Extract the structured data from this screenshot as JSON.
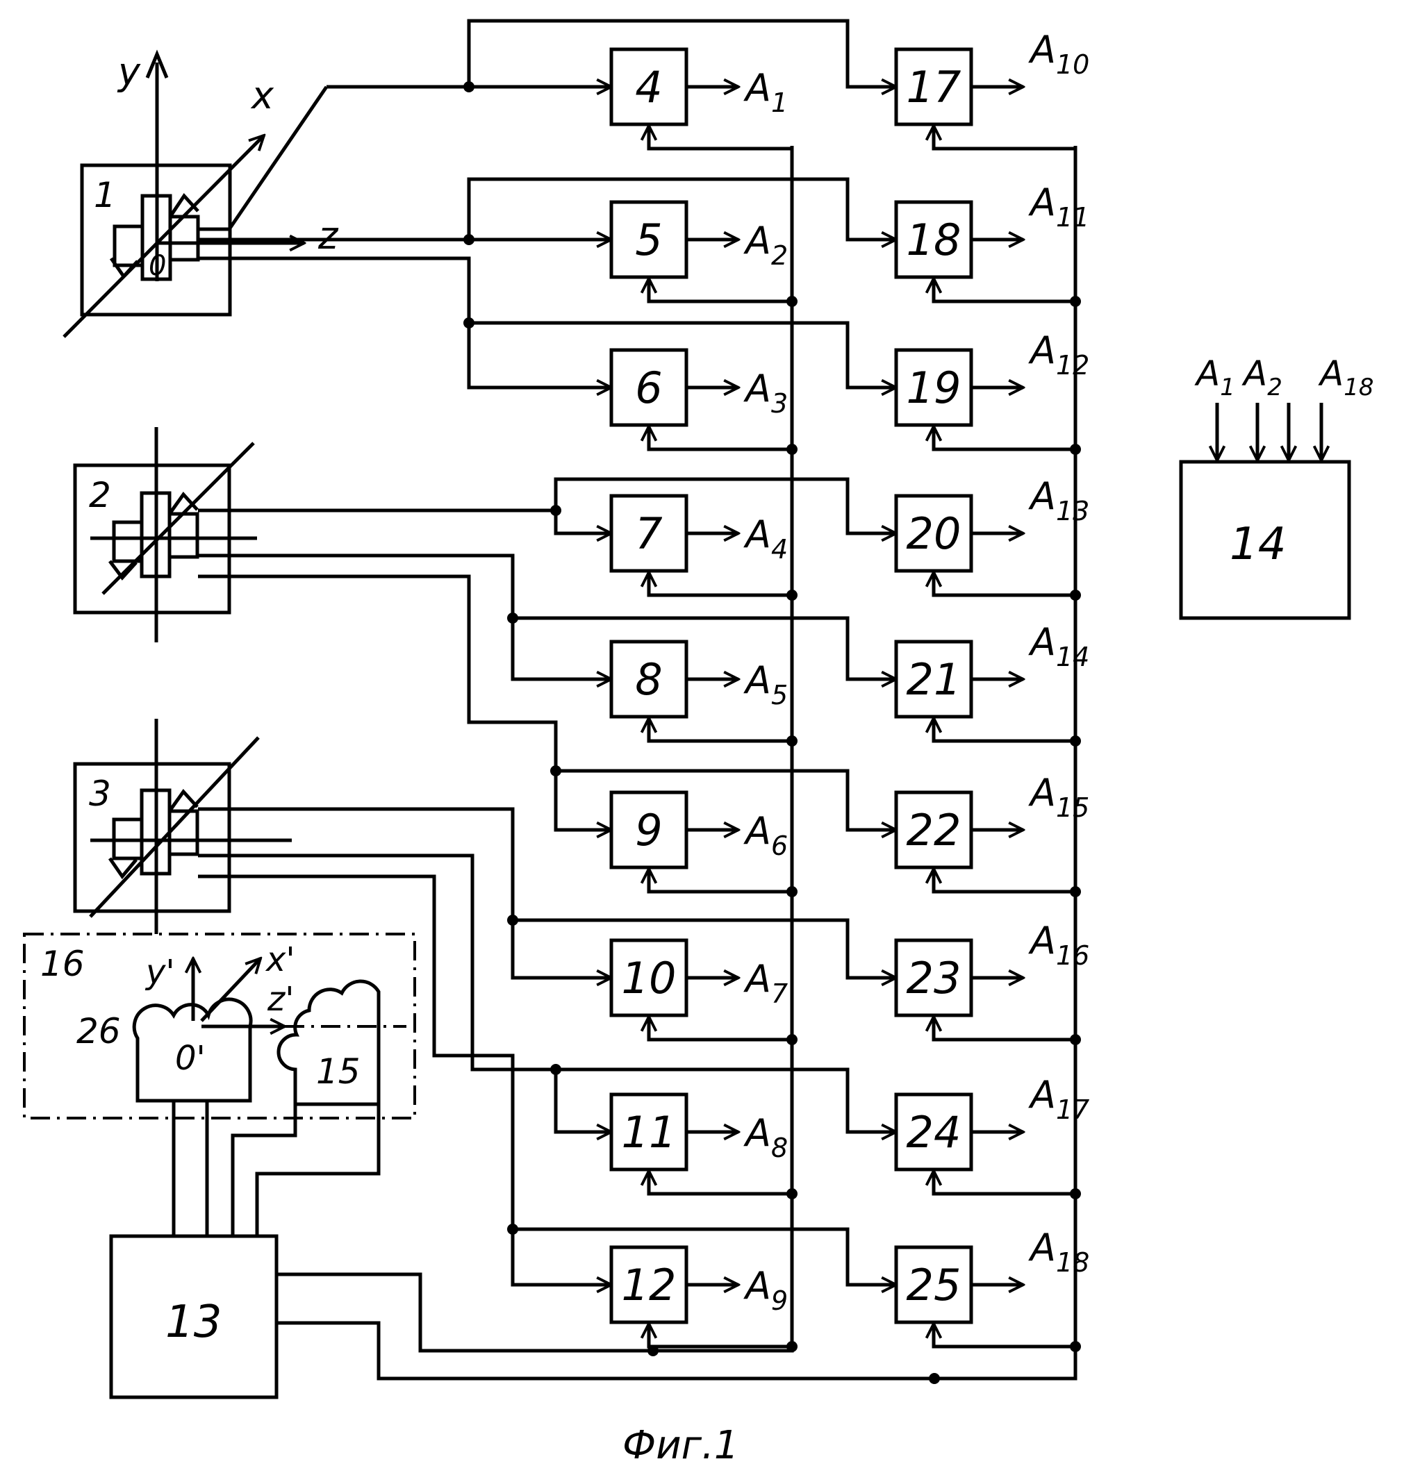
{
  "figure": {
    "caption": "Фиг.1",
    "axes": {
      "y": "y",
      "x": "x",
      "z": "z",
      "o": "0",
      "y_prime": "y'",
      "x_prime": "x'",
      "z_prime": "z'",
      "o_prime": "0'"
    },
    "sensor_labels": [
      "1",
      "2",
      "3"
    ],
    "center_blocks": [
      "4",
      "5",
      "6",
      "7",
      "8",
      "9",
      "10",
      "11",
      "12"
    ],
    "right_blocks": [
      "17",
      "18",
      "19",
      "20",
      "21",
      "22",
      "23",
      "24",
      "25"
    ],
    "center_outputs": [
      {
        "base": "A",
        "sub": "1"
      },
      {
        "base": "A",
        "sub": "2"
      },
      {
        "base": "A",
        "sub": "3"
      },
      {
        "base": "A",
        "sub": "4"
      },
      {
        "base": "A",
        "sub": "5"
      },
      {
        "base": "A",
        "sub": "6"
      },
      {
        "base": "A",
        "sub": "7"
      },
      {
        "base": "A",
        "sub": "8"
      },
      {
        "base": "A",
        "sub": "9"
      }
    ],
    "right_outputs": [
      {
        "base": "A",
        "sub": "10"
      },
      {
        "base": "A",
        "sub": "11"
      },
      {
        "base": "A",
        "sub": "12"
      },
      {
        "base": "A",
        "sub": "13"
      },
      {
        "base": "A",
        "sub": "14"
      },
      {
        "base": "A",
        "sub": "15"
      },
      {
        "base": "A",
        "sub": "16"
      },
      {
        "base": "A",
        "sub": "17"
      },
      {
        "base": "A",
        "sub": "18"
      }
    ],
    "block_13": "13",
    "block_14": "14",
    "block_14_inputs": [
      {
        "base": "A",
        "sub": "1"
      },
      {
        "base": "A",
        "sub": "2"
      },
      {
        "base": "A",
        "sub": "18"
      }
    ],
    "frame_16": "16",
    "part_26": "26",
    "part_15": "15"
  }
}
